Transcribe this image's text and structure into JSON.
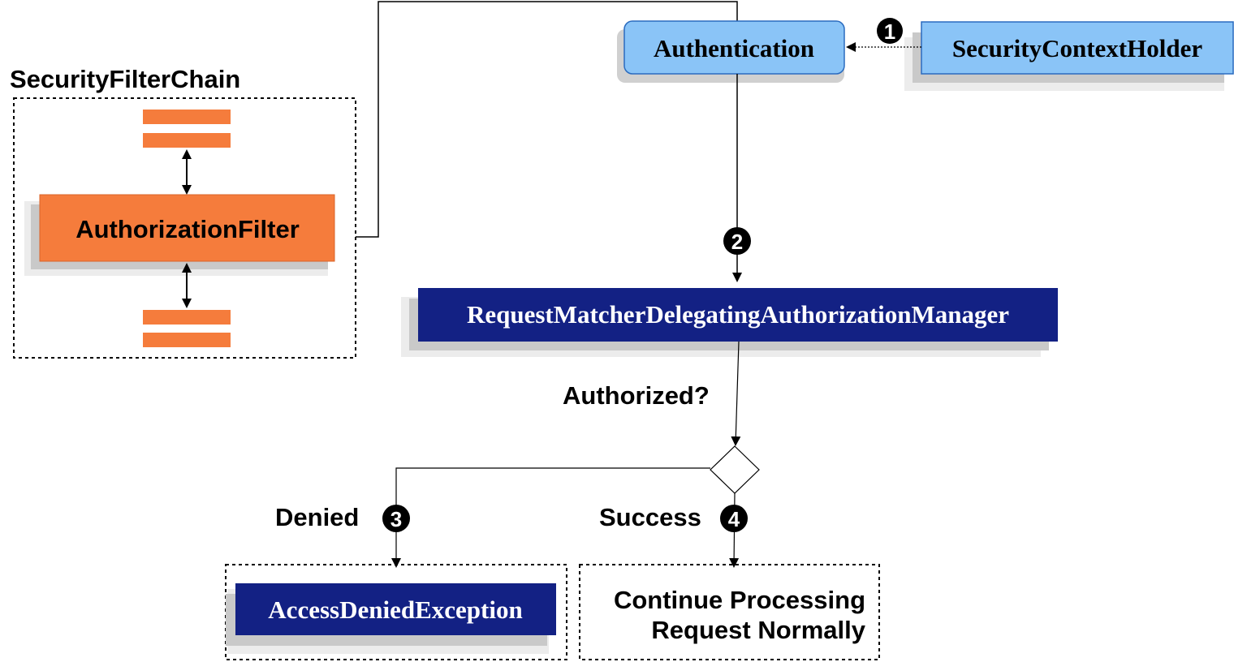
{
  "chain": {
    "title": "SecurityFilterChain"
  },
  "nodes": {
    "authorization_filter": "AuthorizationFilter",
    "authentication": "Authentication",
    "security_context_holder": "SecurityContextHolder",
    "manager": "RequestMatcherDelegatingAuthorizationManager",
    "access_denied": "AccessDeniedException",
    "continue_line1": "Continue Processing",
    "continue_line2": "Request Normally"
  },
  "labels": {
    "authorized": "Authorized?",
    "denied": "Denied",
    "success": "Success"
  },
  "steps": [
    "1",
    "2",
    "3",
    "4"
  ],
  "colors": {
    "filter_orange": "#f57c3c",
    "light_blue": "#8ac4f7",
    "navy": "#132184",
    "shadow": "#c8c8c8",
    "callout_black": "#000000"
  }
}
